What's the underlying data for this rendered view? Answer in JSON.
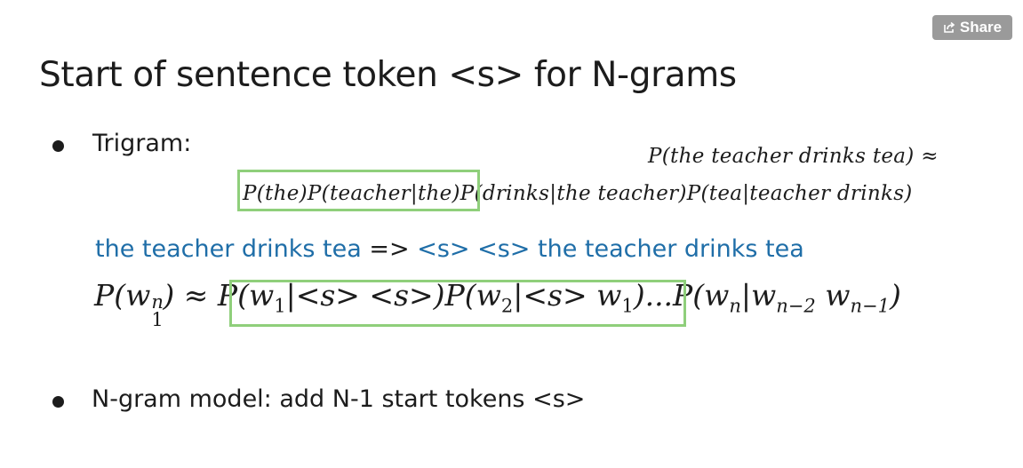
{
  "share": {
    "label": "Share",
    "icon": "share-icon"
  },
  "slide": {
    "title": "Start of sentence token <s> for N-grams",
    "bullets": [
      {
        "text": "Trigram:"
      },
      {
        "text": "N-gram model: add N-1 start tokens <s>"
      }
    ],
    "trigram_math": {
      "line1": "P(the teacher drinks tea) ≈",
      "line2_boxed": "P(the)P(teacher|the)",
      "line2_rest": "P(drinks|the teacher)P(tea|teacher drinks)"
    },
    "example": {
      "original": "the teacher drinks tea",
      "arrow": " => ",
      "padded": "<s> <s> the teacher drinks tea"
    },
    "ngram_formula": {
      "lhs_P": "P(",
      "lhs_w": "w",
      "lhs_sub": "1",
      "lhs_sup": "n",
      "lhs_close": ")",
      "approx": "≈",
      "boxed_part1": "P(w",
      "boxed_sub1": "1",
      "boxed_part2": "|<s> <s>)P(w",
      "boxed_sub2": "2",
      "boxed_part3": "|<s> w",
      "boxed_sub3": "1",
      "boxed_close": ")",
      "rest1": "...P(w",
      "rest_sub1": "n",
      "rest2": "|w",
      "rest_sub2": "n−2",
      "rest3": " w",
      "rest_sub3": "n−1",
      "rest_close": ")"
    }
  },
  "colors": {
    "accent_blue": "#1f6ea8",
    "box_green": "#8fcf7b",
    "share_bg": "#9a9a9a"
  }
}
